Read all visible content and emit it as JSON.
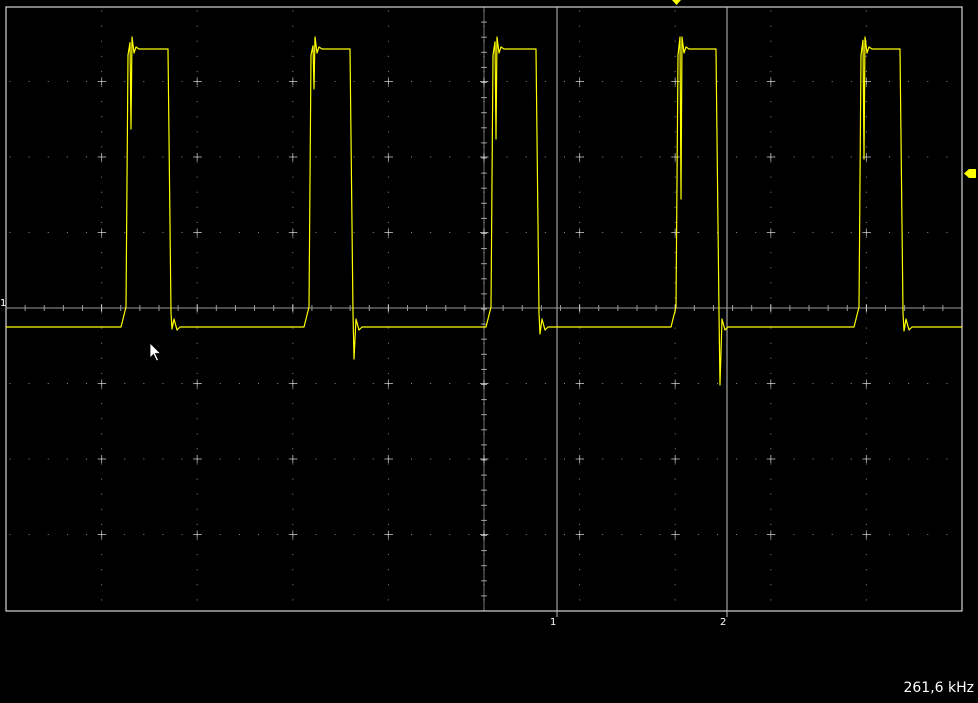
{
  "display": {
    "background_color": "#000000",
    "graticule_color": "#ffffff",
    "trace_color": "#ffff00",
    "cursor_color": "#cfcfcf",
    "frame_color": "#ffffff"
  },
  "channel": {
    "label": "1",
    "color": "#ffff00"
  },
  "cursors": [
    {
      "label": "1"
    },
    {
      "label": "2"
    }
  ],
  "markers": {
    "trigger_position_icon": "triangle-down-icon",
    "trigger_level_icon": "arrow-left-icon",
    "mouse_pointer_icon": "mouse-pointer-icon"
  },
  "readout": {
    "frequency": "261,6 kHz"
  }
}
